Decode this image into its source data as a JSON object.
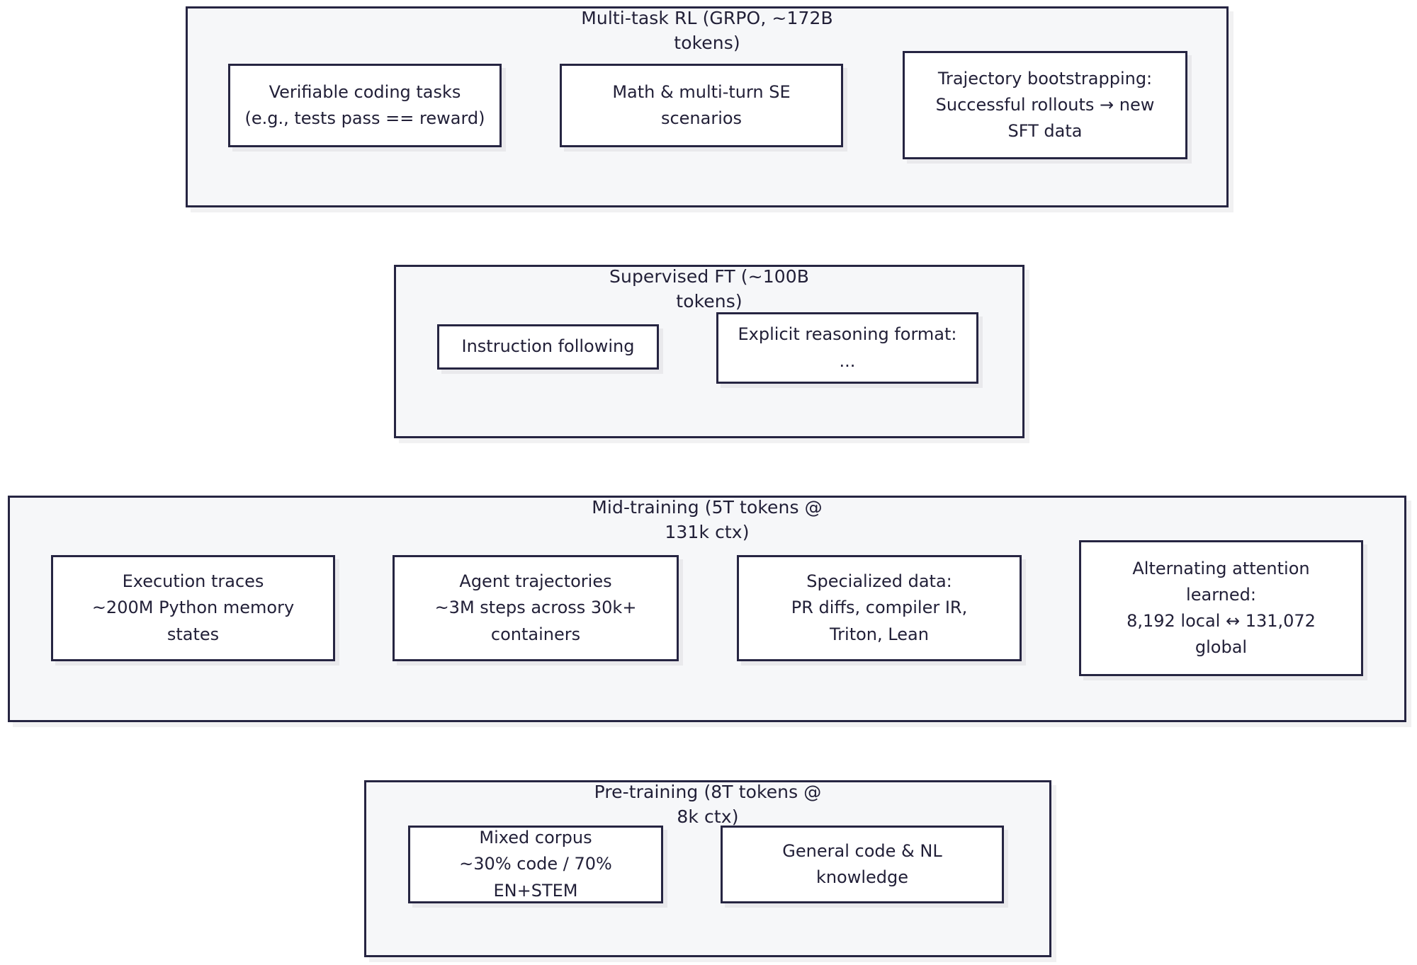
{
  "diagram": {
    "type": "training-pipeline-stack",
    "colors": {
      "stage_fill": "#f6f7f9",
      "leaf_fill": "#ffffff",
      "border": "#262542",
      "text": "#222038",
      "page_background": "#ffffff"
    },
    "stages": [
      {
        "id": "multi-task-rl",
        "title": "Multi-task RL (GRPO, ~172B\ntokens)",
        "boxes": [
          {
            "id": "verifiable-coding-tasks",
            "text": "Verifiable coding tasks\n(e.g., tests pass == reward)"
          },
          {
            "id": "math-multi-turn-se",
            "text": "Math & multi-turn SE\nscenarios"
          },
          {
            "id": "trajectory-bootstrapping",
            "text": "Trajectory bootstrapping:\nSuccessful rollouts → new\nSFT data"
          }
        ]
      },
      {
        "id": "supervised-ft",
        "title": "Supervised FT (~100B\ntokens)",
        "boxes": [
          {
            "id": "instruction-following",
            "text": "Instruction following"
          },
          {
            "id": "explicit-reasoning-format",
            "text": "Explicit reasoning format:\n..."
          }
        ]
      },
      {
        "id": "mid-training",
        "title": "Mid-training (5T tokens @\n131k ctx)",
        "boxes": [
          {
            "id": "execution-traces",
            "text": "Execution traces\n~200M Python memory\nstates"
          },
          {
            "id": "agent-trajectories",
            "text": "Agent trajectories\n~3M steps across 30k+\ncontainers"
          },
          {
            "id": "specialized-data",
            "text": "Specialized data:\nPR diffs, compiler IR,\nTriton, Lean"
          },
          {
            "id": "alternating-attention",
            "text": "Alternating attention\nlearned:\n8,192 local ↔ 131,072\nglobal"
          }
        ]
      },
      {
        "id": "pre-training",
        "title": "Pre-training (8T tokens @\n8k ctx)",
        "boxes": [
          {
            "id": "mixed-corpus",
            "text": "Mixed corpus\n~30% code / 70% EN+STEM"
          },
          {
            "id": "general-code-nl-knowledge",
            "text": "General code & NL\nknowledge"
          }
        ]
      }
    ]
  }
}
